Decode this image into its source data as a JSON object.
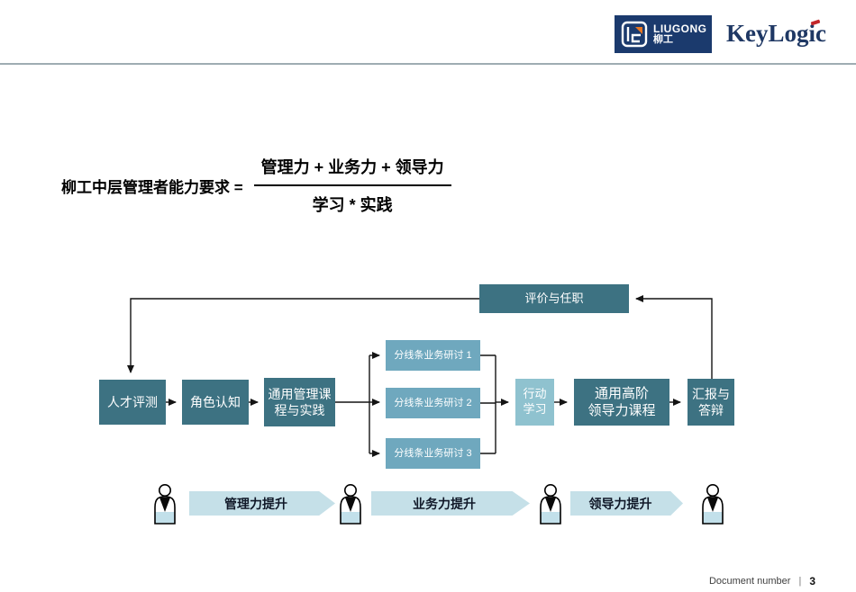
{
  "colors": {
    "dark_teal": "#3d7282",
    "medium_blue": "#6fa8be",
    "light_teal": "#8fc2cf",
    "stage_band": "#c5e0e8",
    "logo_navy": "#1b3a6d",
    "keylogic_navy": "#1f3864",
    "accent_red": "#c3272b",
    "connector": "#141414",
    "header_rule": "#9facb2"
  },
  "header": {
    "liugong": {
      "name": "LIUGONG",
      "name_cn": "柳工"
    },
    "keylogic": "KeyLogic"
  },
  "formula": {
    "lhs": "柳工中层管理者能力要求 =",
    "numerator": "管理力 + 业务力 + 领导力",
    "denominator": "学习 * 实践"
  },
  "diagram": {
    "nodes": [
      {
        "id": "talent",
        "lines": [
          "人才评测"
        ]
      },
      {
        "id": "role",
        "lines": [
          "角色认知"
        ]
      },
      {
        "id": "course",
        "lines": [
          "通用管理课",
          "程与实践"
        ]
      },
      {
        "id": "seminar1",
        "lines": [
          "分线条业务研讨 1"
        ]
      },
      {
        "id": "seminar2",
        "lines": [
          "分线条业务研讨 2"
        ]
      },
      {
        "id": "seminar3",
        "lines": [
          "分线条业务研讨 3"
        ]
      },
      {
        "id": "action",
        "lines": [
          "行动",
          "学习"
        ]
      },
      {
        "id": "advanced",
        "lines": [
          "通用高阶",
          "领导力课程"
        ]
      },
      {
        "id": "report",
        "lines": [
          "汇报与",
          "答辩"
        ]
      },
      {
        "id": "evaluation",
        "lines": [
          "评价与任职"
        ]
      }
    ]
  },
  "stages": {
    "labels": [
      "管理力提升",
      "业务力提升",
      "领导力提升"
    ]
  },
  "footer": {
    "label": "Document number",
    "separator": "|",
    "page": "3"
  }
}
